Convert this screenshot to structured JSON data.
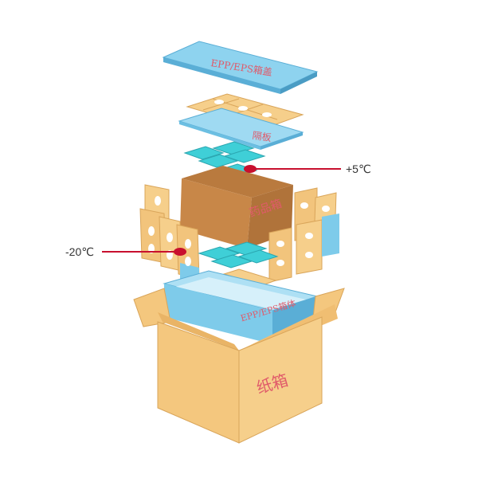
{
  "labels": {
    "lid": "EPP/EPS箱盖",
    "divider": "隔板",
    "medicine_box": "药品箱",
    "body": "EPP/EPS箱体",
    "carton": "纸箱"
  },
  "temperatures": {
    "upper": "+5℃",
    "lower": "-20℃"
  },
  "colors": {
    "foam": "#7ecbea",
    "foam_side": "#5aaed6",
    "cardboard": "#f4c77e",
    "cardboard_dark": "#dca75a",
    "kraft": "#c98a4a",
    "ice_pack": "#3fcfd7",
    "indicator_line": "#c8102e",
    "label_text": "#e05a6a"
  }
}
